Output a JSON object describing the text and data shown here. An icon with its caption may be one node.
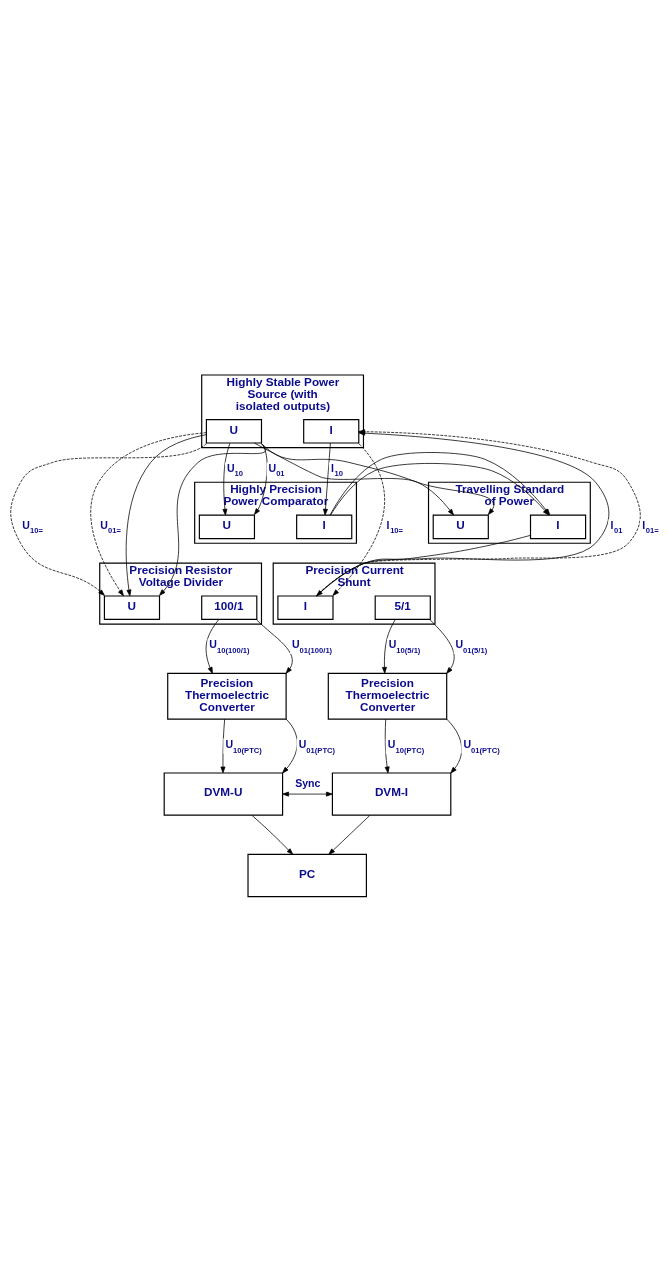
{
  "diagram": {
    "nodes": [
      {
        "text": [
          "Highly Stable Power Source (with isolated outputs)"
        ]
      },
      {
        "text": [
          "U"
        ],
        "in": 0
      },
      {
        "text": [
          "I"
        ],
        "in": 0
      },
      {
        "text": [
          "Highly Precision Power Comparator"
        ]
      },
      {
        "text": [
          "U"
        ],
        "in": 3
      },
      {
        "text": [
          "I"
        ],
        "in": 3
      },
      {
        "text": [
          "Travelling Standard of Power"
        ]
      },
      {
        "text": [
          "U"
        ],
        "in": 6
      },
      {
        "text": [
          "I"
        ],
        "in": 6
      },
      {
        "text": [
          "Precision Resistor Voltage Divider"
        ]
      },
      {
        "text": [
          "100/1"
        ],
        "in": 9
      },
      {
        "text": [
          "U"
        ],
        "in": 9
      },
      {
        "text": [
          "Precision Current Shunt"
        ]
      },
      {
        "text": [
          "I"
        ],
        "in": 12
      },
      {
        "text": [
          "5/1"
        ],
        "in": 12
      },
      {
        "text": [
          "Precision Thermoelectric Converter"
        ]
      },
      {
        "text": [
          "Precision Thermoelectric Converter"
        ]
      },
      {
        "text": [
          "DVM-U"
        ]
      },
      {
        "text": [
          "DVM-I"
        ]
      },
      {
        "text": [
          "PC"
        ]
      }
    ],
    "edges": [
      {
        "from": 1,
        "to": 4,
        "arrow": "to",
        "label": "U$_{10}$"
      },
      {
        "from": 1,
        "to": 7,
        "arrow": "to"
      },
      {
        "from": 1,
        "to": 11,
        "arrow": "to"
      },
      {
        "from": 1,
        "to": 4,
        "arrow": "to",
        "label": "U$_{01}$"
      },
      {
        "from": 1,
        "to": 7,
        "arrow": "to"
      },
      {
        "from": 1,
        "to": 11,
        "arrow": "to"
      },
      {
        "from": 1,
        "to": 11,
        "arrow": "to",
        "style": "dashed",
        "label": "U$_{10=}$"
      },
      {
        "from": 1,
        "to": 11,
        "arrow": "to",
        "style": "dashed",
        "label": "U$_{01=}$"
      },
      {
        "from": 2,
        "to": 5,
        "arrow": "to",
        "label": "I$_{10}$"
      },
      {
        "from": 5,
        "to": 8,
        "arrow": "to"
      },
      {
        "from": 8,
        "to": 13,
        "arrow": "to"
      },
      {
        "from": 13,
        "to": 2,
        "arrow": "to",
        "label": "I$_{01}$"
      },
      {
        "from": 2,
        "to": 13,
        "arrow": "to",
        "style": "dashed",
        "label": "I$_{10=}$"
      },
      {
        "from": 13,
        "to": 2,
        "arrow": "to",
        "style": "dashed",
        "label": "I$_{01=}$"
      },
      {
        "from": 10,
        "to": 15,
        "arrow": "to",
        "label": "U$_{10(100/1)}$"
      },
      {
        "from": 10,
        "to": 15,
        "arrow": "to",
        "label": "U$_{01(100/1)}$"
      },
      {
        "from": 14,
        "to": 16,
        "arrow": "to",
        "label": "U$_{10(5/1)}$"
      },
      {
        "from": 14,
        "to": 16,
        "arrow": "to",
        "label": "U$_{01(5/1)}$"
      },
      {
        "from": 15,
        "to": 17,
        "arrow": "to",
        "label": "U$_{10(PTC)}$"
      },
      {
        "from": 15,
        "to": 17,
        "arrow": "to",
        "label": "U$_{01(PTC)}$"
      },
      {
        "from": 16,
        "to": 18,
        "arrow": "to",
        "label": "U$_{10(PTC)}$"
      },
      {
        "from": 16,
        "to": 18,
        "arrow": "to",
        "label": "U$_{01(PTC)}$"
      },
      {
        "from": 17,
        "to": 18,
        "arrow": "both",
        "label": "Sync"
      },
      {
        "from": 17,
        "to": 19,
        "arrow": "to"
      },
      {
        "from": 18,
        "to": 19,
        "arrow": "to"
      }
    ]
  }
}
